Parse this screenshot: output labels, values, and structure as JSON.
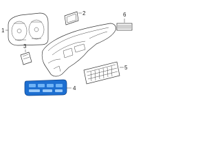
{
  "diagram": {
    "callouts": [
      {
        "id": "1",
        "label": "1"
      },
      {
        "id": "2",
        "label": "2"
      },
      {
        "id": "3",
        "label": "3"
      },
      {
        "id": "4",
        "label": "4"
      },
      {
        "id": "5",
        "label": "5"
      },
      {
        "id": "6",
        "label": "6"
      }
    ],
    "colors": {
      "line": "#333333",
      "highlight_fill": "#1d6fd1",
      "highlight_light": "#6fb3f5"
    }
  }
}
